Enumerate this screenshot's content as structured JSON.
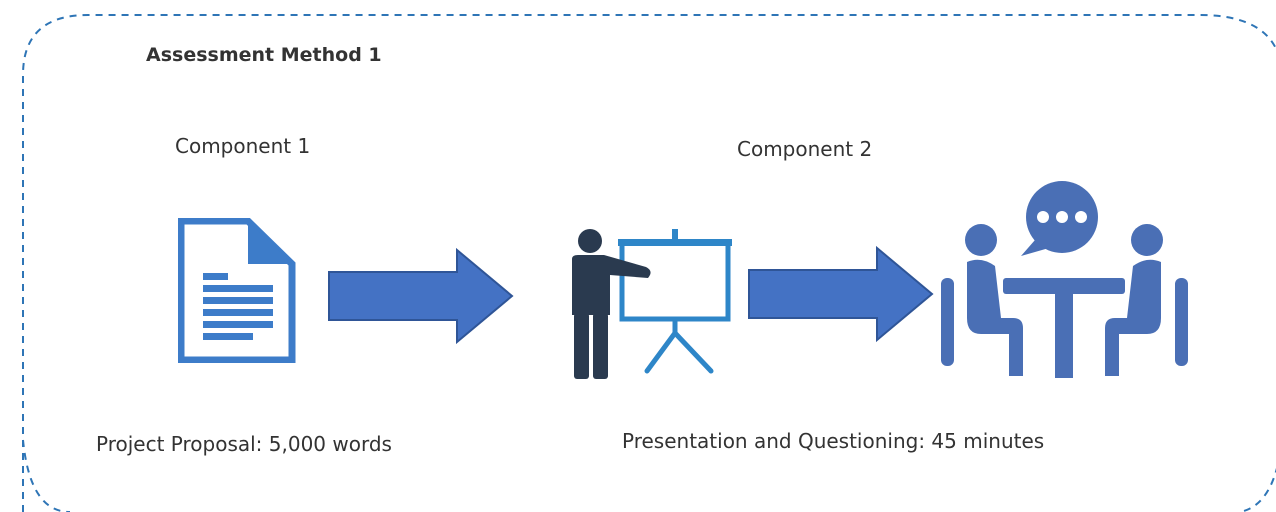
{
  "title": "Assessment Method 1",
  "components": [
    {
      "label": "Component 1",
      "description": "Project Proposal: 5,000 words"
    },
    {
      "label": "Component 2",
      "description": "Presentation and Questioning: 45 minutes"
    }
  ],
  "icons": [
    "document-icon",
    "arrow-right-icon",
    "presenter-icon",
    "arrow-right-icon",
    "meeting-icon"
  ],
  "colors": {
    "border": "#2e75b6",
    "document": "#3d7cc9",
    "arrow_fill": "#4472c4",
    "arrow_stroke": "#2f5597",
    "presenter_person": "#2a3a4f",
    "presenter_board": "#2e86c8",
    "meeting": "#4a6fb5"
  }
}
